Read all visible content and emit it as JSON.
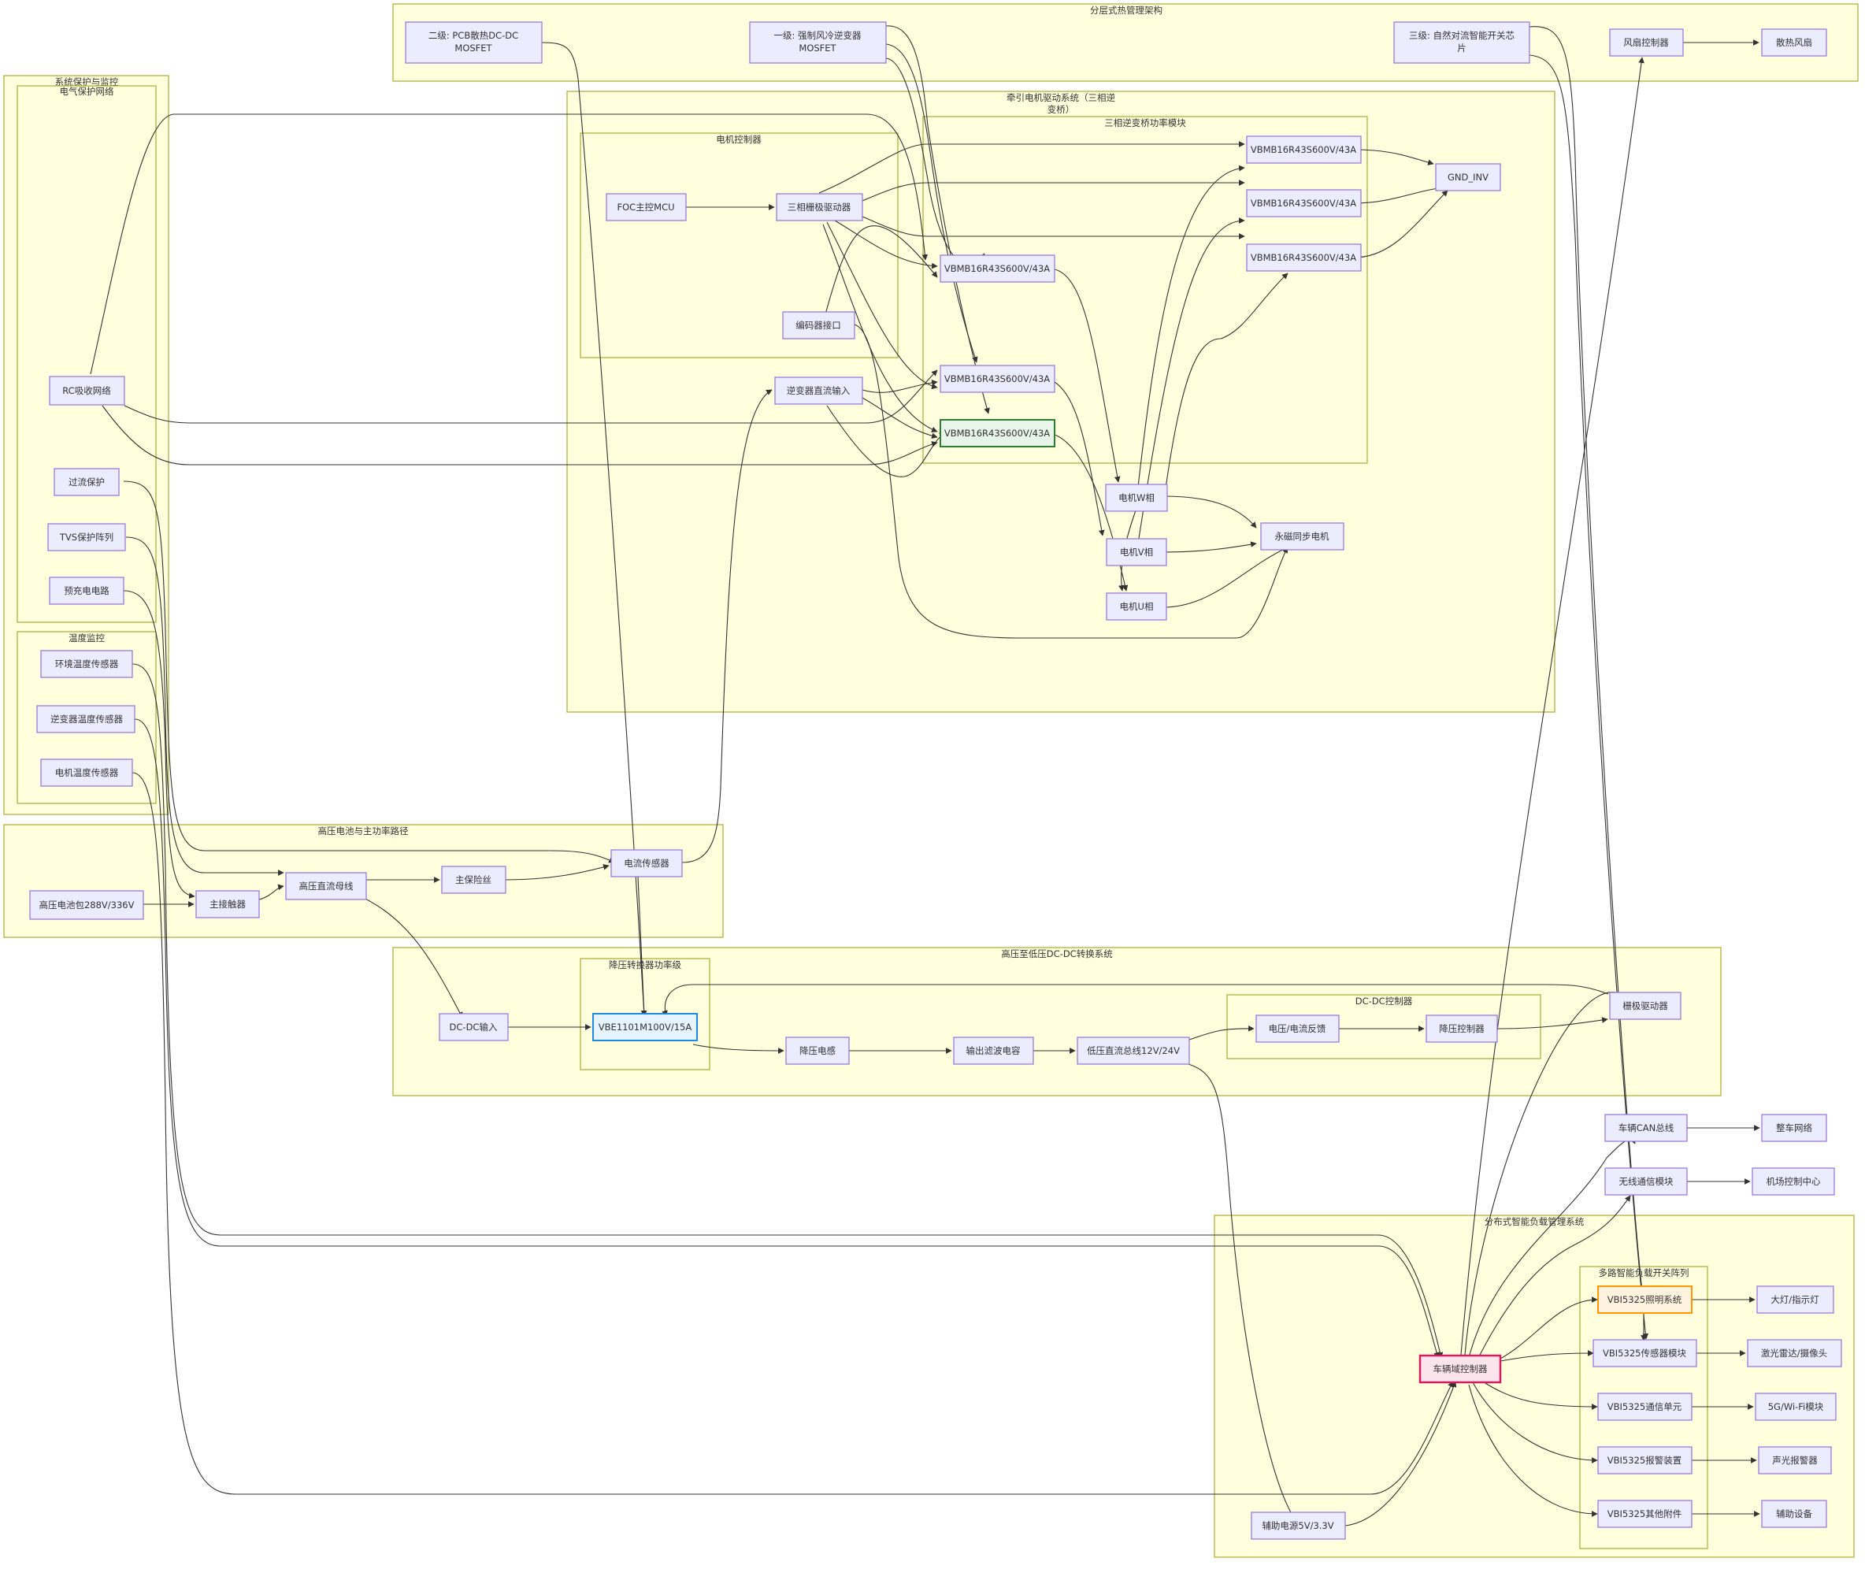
{
  "clusters": {
    "thermal": "分层式热管理架构",
    "system_protect": "系统保护与监控",
    "elec_protect": "电气保护网络",
    "temp_monitor": "温度监控",
    "traction": [
      "牵引电机驱动系统（三相逆",
      "变桥）"
    ],
    "motor_ctrl": "电机控制器",
    "inverter": "三相逆变桥功率模块",
    "hv_battery": "高压电池与主功率路径",
    "dcdc": "高压至低压DC-DC转换系统",
    "buck": "降压转换器功率级",
    "dcdc_ctrl": "DC-DC控制器",
    "load_mgmt": "分布式智能负载管理系统",
    "switch_array": "多路智能负载开关阵列"
  },
  "nodes": {
    "thermal_l2": [
      "二级: PCB散热DC-DC",
      "MOSFET"
    ],
    "thermal_l1": [
      "一级: 强制风冷逆变器",
      "MOSFET"
    ],
    "thermal_l3": [
      "三级: 自然对流智能开关芯",
      "片"
    ],
    "fan_ctrl": "风扇控制器",
    "fan": "散热风扇",
    "foc_mcu": "FOC主控MCU",
    "gate_drv3": "三相栅极驱动器",
    "encoder": "编码器接口",
    "inv_dc_in": "逆变器直流输入",
    "q_high_a": "VBMB16R43S600V/43A",
    "q_high_b": "VBMB16R43S600V/43A",
    "q_high_c": "VBMB16R43S600V/43A",
    "gnd_inv": "GND_INV",
    "q_low_a": "VBMB16R43S600V/43A",
    "q_low_b": "VBMB16R43S600V/43A",
    "q_low_c": "VBMB16R43S600V/43A",
    "motor_w": "电机W相",
    "motor_v": "电机V相",
    "motor_u": "电机U相",
    "pmsm": "永磁同步电机",
    "rc_snubber": "RC吸收网络",
    "overcurrent": "过流保护",
    "tvs": "TVS保护阵列",
    "precharge": "预充电电路",
    "amb_temp": "环境温度传感器",
    "inv_temp": "逆变器温度传感器",
    "motor_temp": "电机温度传感器",
    "hv_battery": "高压电池包288V/336V",
    "main_contactor": "主接触器",
    "hv_bus": "高压直流母线",
    "main_fuse": "主保险丝",
    "current_sensor": "电流传感器",
    "dcdc_in": "DC-DC输入",
    "buck_mosfet": "VBE1101M100V/15A",
    "buck_inductor": "降压电感",
    "out_cap": "输出滤波电容",
    "lv_bus": "低压直流总线12V/24V",
    "vi_feedback": "电压/电流反馈",
    "buck_ctrl": "降压控制器",
    "gate_drv": "栅极驱动器",
    "can_bus": "车辆CAN总线",
    "vehicle_net": "整车网络",
    "wireless": "无线通信模块",
    "airport_center": "机场控制中心",
    "sw_light": "VBI5325照明系统",
    "headlight": "大灯/指示灯",
    "sw_sensor": "VBI5325传感器模块",
    "lidar": "激光雷达/摄像头",
    "vcu": "车辆域控制器",
    "sw_comm": "VBI5325通信单元",
    "g5": "5G/Wi-Fi模块",
    "sw_alarm": "VBI5325报警装置",
    "siren": "声光报警器",
    "sw_misc": "VBI5325其他附件",
    "aux_dev": "辅助设备",
    "aux_power": "辅助电源5V/3.3V"
  },
  "colors": {
    "cluster_fill": "#ffffde",
    "cluster_stroke": "#aaaa33",
    "node_fill": "#ececff",
    "node_stroke": "#9370db",
    "highlight_blue": "#1e88e5",
    "highlight_green": "#2e7d32",
    "highlight_orange": "#ff9800",
    "highlight_red": "#d81b60"
  }
}
